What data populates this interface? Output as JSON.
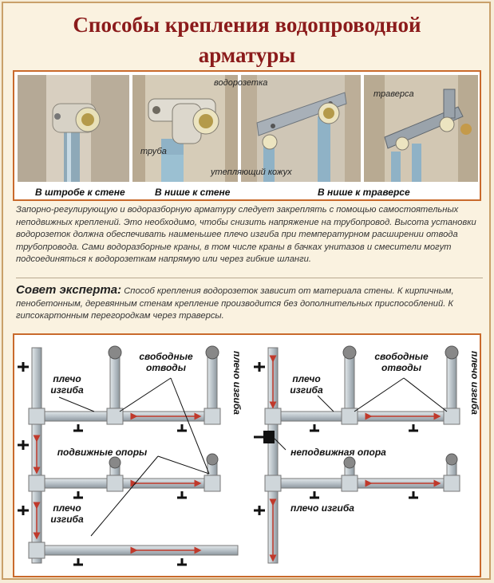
{
  "title_line1": "Способы крепления водопроводной",
  "title_line2": "арматуры",
  "photos": {
    "captions": [
      "В штробе к стене",
      "В нише к стене",
      "В нише к траверсе"
    ],
    "labels": {
      "vodorozetka": "водорозетка",
      "truba": "труба",
      "kozhukh": "утепляющий кожух",
      "traversa": "траверса"
    }
  },
  "paragraph": "Запорно-регулирующую и водоразборную арматуру следует закреплять с помощью самостоятельных неподвижных креплений. Это необходимо, чтобы снизить напряжение на трубопровод. Высота установки водорозеток должна обеспечивать наименьшее плечо изгиба при температурном расширении отвода трубопровода. Сами водоразборные краны, в том числе краны в бачках унитазов и смесители могут подсоединяться к водорозеткам напрямую или через гибкие шланги.",
  "advice": {
    "heading": "Совет эксперта:",
    "text": "Способ крепления водорозеток зависит от материала стены. К кирпичным, пенобетонным, деревянным стенам крепление производится без дополнительных приспособлений. К гипсокартонным перегородкам через траверсы."
  },
  "diagram": {
    "left": {
      "free_branches": "свободные отводы",
      "bend_arm_top": "плечо изгиба",
      "bend_arm_vertical": "плечо изгиба",
      "movable_supports": "подвижные опоры",
      "bend_arm_bottom": "плечо изгиба"
    },
    "right": {
      "free_branches": "свободные отводы",
      "bend_arm_top": "плечо изгиба",
      "bend_arm_vertical": "плечо изгиба",
      "fixed_support": "неподвижная опора",
      "bend_arm_bottom": "плечо изгиба"
    }
  },
  "colors": {
    "title": "#8b1b1b",
    "border": "#c96a2c",
    "arrow": "#c0392b"
  }
}
